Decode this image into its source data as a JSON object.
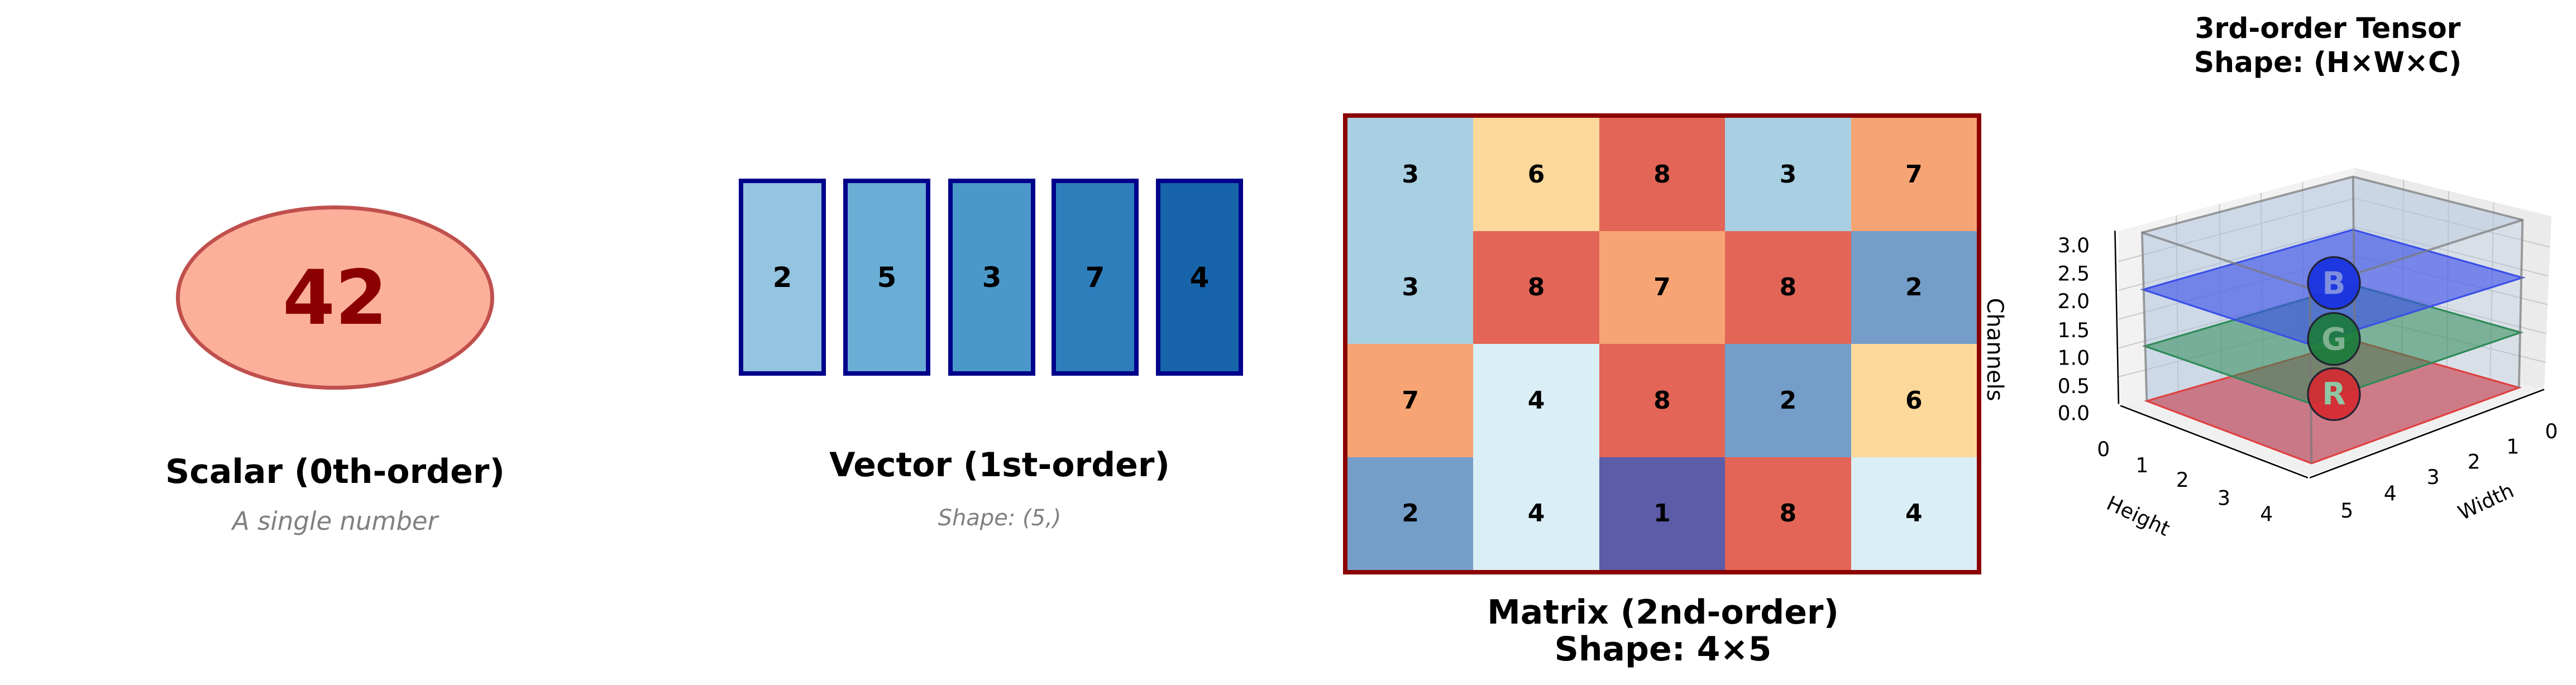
{
  "scalar": {
    "value": "42",
    "title": "Scalar (0th-order)",
    "subtitle": "A single number",
    "fill": "#fcb09a",
    "border": "#c0504d",
    "text_color": "#8b0000"
  },
  "vector": {
    "values": [
      "2",
      "5",
      "3",
      "7",
      "4"
    ],
    "colors": [
      "#93c4e0",
      "#6aaed6",
      "#4a98c9",
      "#2e7ebc",
      "#1764ab"
    ],
    "title": "Vector (1st-order)",
    "subtitle": "Shape: (5,)"
  },
  "matrix": {
    "rows": [
      [
        "3",
        "6",
        "8",
        "3",
        "7"
      ],
      [
        "3",
        "8",
        "7",
        "8",
        "2"
      ],
      [
        "7",
        "4",
        "8",
        "2",
        "6"
      ],
      [
        "2",
        "4",
        "1",
        "8",
        "4"
      ]
    ],
    "color_map": {
      "1": "#5c5ca8",
      "2": "#749dc8",
      "3": "#a8cfe2",
      "4": "#daeef5",
      "6": "#fcd89a",
      "7": "#f7a474",
      "8": "#e36557"
    },
    "title_line1": "Matrix (2nd-order)",
    "title_line2": "Shape: 4×5",
    "border": "#8b0000"
  },
  "tensor": {
    "title_line1": "3rd-order Tensor",
    "title_line2": "Shape: (H×W×C)",
    "channel_labels": [
      "R",
      "G",
      "B"
    ],
    "channel_axis_label": "Channels",
    "height_label": "Height",
    "width_label": "Width",
    "z_ticks": [
      "0.0",
      "0.5",
      "1.0",
      "1.5",
      "2.0",
      "2.5",
      "3.0"
    ],
    "height_ticks": [
      "0",
      "1",
      "2",
      "3",
      "4"
    ],
    "width_ticks": [
      "0",
      "1",
      "2",
      "3",
      "4",
      "5"
    ]
  }
}
